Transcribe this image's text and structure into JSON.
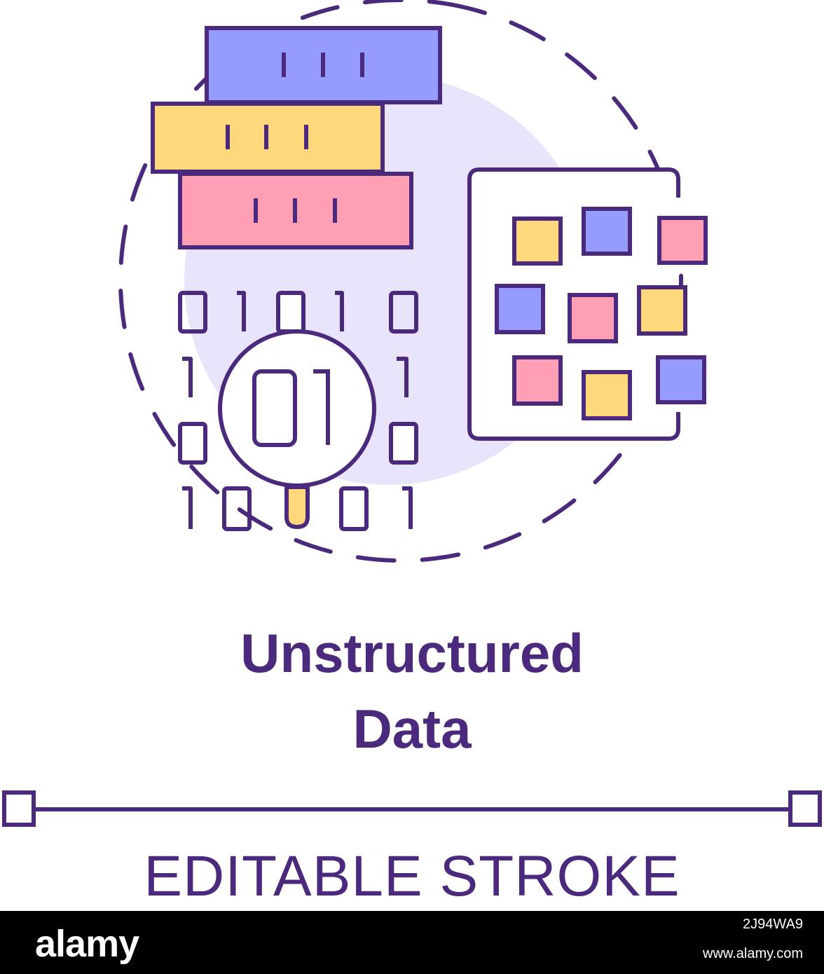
{
  "title": {
    "line1": "Unstructured",
    "line2": "Data"
  },
  "footer": {
    "label": "EDITABLE STROKE"
  },
  "watermark": {
    "brand": "alamy",
    "image_id": "2J94WA9",
    "url": "www.alamy.com"
  },
  "icon": {
    "binary_rows": [
      "01010",
      "1   1",
      "0   0",
      "10001"
    ],
    "magnifier_digits": "01"
  },
  "colors": {
    "stroke": "#4b2a7d",
    "blue": "#959cfd",
    "yellow": "#ffd87b",
    "pink": "#ff9fb5",
    "lavender": "#e7e4fc",
    "magnifier_handle": "#ffd87b",
    "watermark_bar": "#000000"
  }
}
